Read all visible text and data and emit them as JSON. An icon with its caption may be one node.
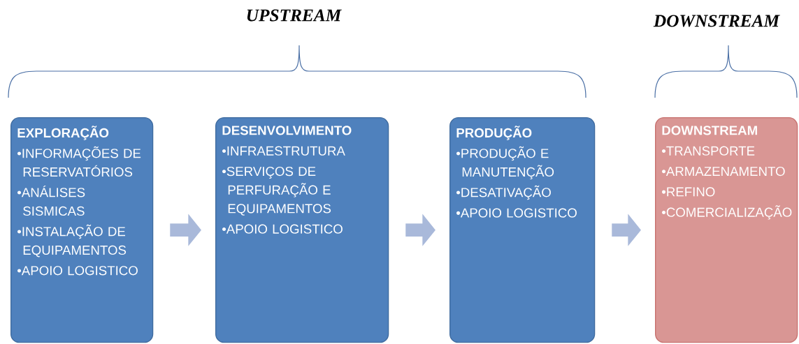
{
  "diagram": {
    "nodes": [
      {
        "text": [
          "EXPLORAÇÃO",
          "•INFORMAÇÕES DE RESERVATÓRIOS",
          "•ANÁLISES SISMICAS",
          "•INSTALAÇÃO DE EQUIPAMENTOS",
          "•APOIO LOGISTICO"
        ]
      },
      {
        "text": [
          "DESENVOLVIMENTO",
          "•INFRAESTRUTURA",
          "•SERVIÇOS DE PERFURAÇÃO E EQUIPAMENTOS",
          "•APOIO LOGISTICO"
        ]
      },
      {
        "text": [
          "PRODUÇÃO",
          "•PRODUÇÃO E MANUTENÇÃO",
          "•DESATIVAÇÃO",
          "•APOIO LOGISTICO"
        ]
      },
      {
        "text": [
          "DOWNSTREAM",
          "•TRANSPORTE",
          "•ARMAZENAMENTO",
          "•REFINO",
          "•COMERCIALIZAÇÃO"
        ]
      }
    ],
    "edges": [
      {
        "from": 0,
        "to": 1,
        "arrow": "to"
      },
      {
        "from": 1,
        "to": 2,
        "arrow": "to"
      },
      {
        "from": 2,
        "to": 3,
        "arrow": "to"
      }
    ],
    "labels": [
      "UPSTREAM",
      "DOWNSTREAM"
    ]
  }
}
